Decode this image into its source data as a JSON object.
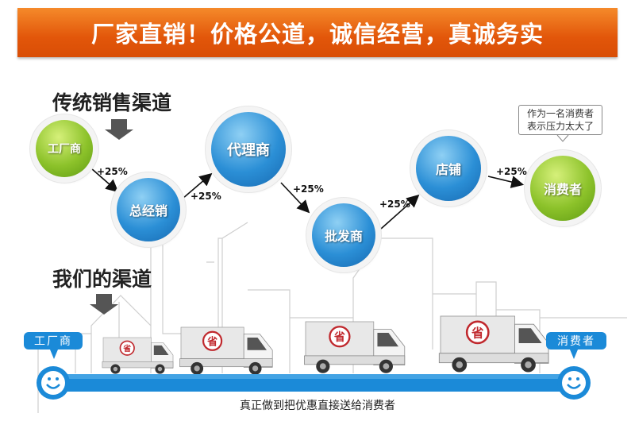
{
  "banner": {
    "title": "厂家直销！价格公道，诚信经营，真诚务实",
    "color": "#e2560a"
  },
  "traditional": {
    "title": "传统销售渠道",
    "nodes": [
      {
        "label": "工厂商",
        "color": "green"
      },
      {
        "label": "总经销",
        "color": "blue"
      },
      {
        "label": "代理商",
        "color": "blue"
      },
      {
        "label": "批发商",
        "color": "blue"
      },
      {
        "label": "店铺",
        "color": "blue"
      },
      {
        "label": "消费者",
        "color": "green"
      }
    ],
    "markups": [
      "+25%",
      "+25%",
      "+25%",
      "+25%",
      "+25%"
    ],
    "bubble": {
      "line1": "作为一名消费者",
      "line2": "表示压力太大了"
    }
  },
  "ours": {
    "title": "我们的渠道",
    "start_label": "工厂商",
    "end_label": "消费者",
    "truck_mark": "省",
    "caption": "真正做到把优惠直接送给消费者",
    "bar_color": "#1b8ad8"
  }
}
